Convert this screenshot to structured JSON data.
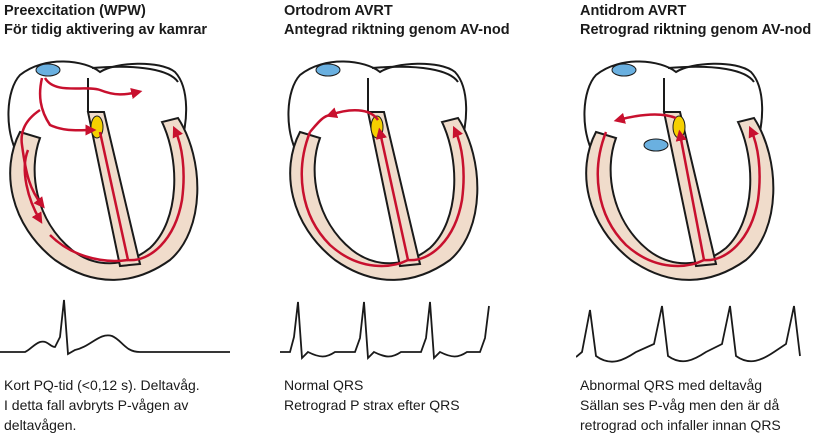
{
  "panels": [
    {
      "title_line1": "Preexcitation (WPW)",
      "title_line2": "För tidig aktivering av kamrar",
      "caption": [
        "Kort PQ-tid (<0,12 s). Deltavåg.",
        "I detta fall avbryts P-vågen av",
        "deltavågen."
      ]
    },
    {
      "title_line1": "Ortodrom AVRT",
      "title_line2": "Antegrad riktning genom AV-nod",
      "caption": [
        "Normal QRS",
        "Retrograd P strax efter QRS"
      ]
    },
    {
      "title_line1": "Antidrom AVRT",
      "title_line2": "Retrograd riktning genom AV-nod",
      "caption": [
        "Abnormal QRS med deltavåg",
        "Sällan ses P-våg men den är då",
        "retrograd och infaller innan QRS"
      ]
    }
  ],
  "colors": {
    "arrow": "#c8102e",
    "myocardium": "#f0dccb",
    "outline": "#1a1a1a",
    "sa_node": "#6ab0e0",
    "av_node": "#f5d000"
  }
}
